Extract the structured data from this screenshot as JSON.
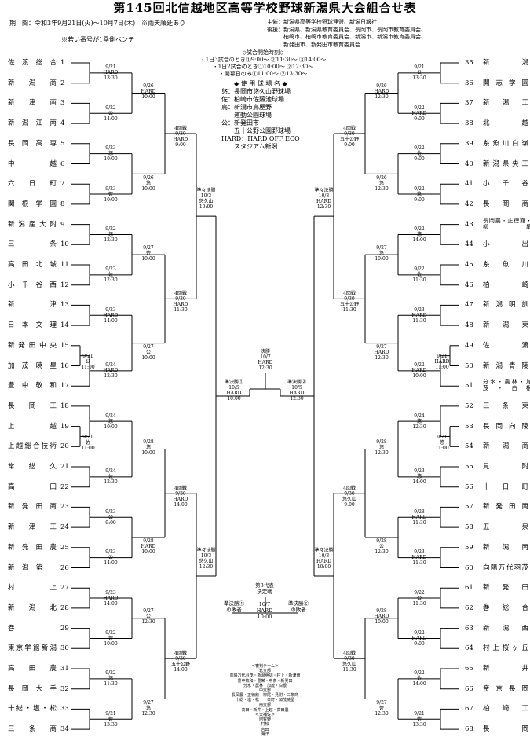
{
  "title": "第145回北信越地区高等学校野球新潟県大会組合せ表",
  "period": "期　間：令和3年9月21日(火)〜10月7日(木)　※雨天順延あり",
  "bench_note": "※若い番号が1塁側ベンチ",
  "organizers": [
    "主催：新潟県高等学校野球連盟、新潟日報社",
    "後援：新潟県、新潟県教育委員会、長岡市、長岡市教育委員会、",
    "　　　柏崎市、柏崎市教育委員会、新潟市、新潟市教育委員会、",
    "　　　新発田市、新発田市教育委員会"
  ],
  "start_times": [
    "◇試合開始時刻◇",
    "・1日3試合のとき①9:00〜 ②11:30〜 ③14:00〜",
    "・1日2試合のとき①10:00〜 ②12:30〜",
    "・開幕日のみ①11:00〜 ②13:30〜"
  ],
  "venues_title": "◆ 使 用 球 場 名 ◆",
  "venues": [
    "悠：長岡市悠久山野球場",
    "佐：柏崎市佐藤池球場",
    "鳥：新潟市鳥屋野",
    "　　運動公園球場",
    "公：新発田市",
    "　　五十公野公園野球場",
    "HARD：HARD OFF ECO",
    "　　スタジアム新潟"
  ],
  "left_teams": [
    {
      "no": "1",
      "name": "佐渡総合"
    },
    {
      "no": "2",
      "name": "新潟商"
    },
    {
      "no": "3",
      "name": "新津南"
    },
    {
      "no": "4",
      "name": "新潟江南"
    },
    {
      "no": "5",
      "name": "長岡高専"
    },
    {
      "no": "6",
      "name": "中越"
    },
    {
      "no": "7",
      "name": "六日町"
    },
    {
      "no": "8",
      "name": "関根学園"
    },
    {
      "no": "9",
      "name": "新潟産大附"
    },
    {
      "no": "10",
      "name": "三条"
    },
    {
      "no": "11",
      "name": "高田北城"
    },
    {
      "no": "12",
      "name": "小千谷西"
    },
    {
      "no": "13",
      "name": "新津"
    },
    {
      "no": "14",
      "name": "日本文理"
    },
    {
      "no": "15",
      "name": "新発田中央"
    },
    {
      "no": "16",
      "name": "加茂暁星"
    },
    {
      "no": "17",
      "name": "豊中敬和"
    },
    {
      "no": "18",
      "name": "長岡工"
    },
    {
      "no": "19",
      "name": "上越"
    },
    {
      "no": "20",
      "name": "上越総合技術"
    },
    {
      "no": "21",
      "name": "常総久"
    },
    {
      "no": "22",
      "name": "高田"
    },
    {
      "no": "23",
      "name": "新発田商"
    },
    {
      "no": "24",
      "name": "新津工"
    },
    {
      "no": "25",
      "name": "新発田農"
    },
    {
      "no": "26",
      "name": "新潟第一"
    },
    {
      "no": "27",
      "name": "村上"
    },
    {
      "no": "28",
      "name": "新潟北"
    },
    {
      "no": "29",
      "name": "巻"
    },
    {
      "no": "30",
      "name": "東京学館新潟"
    },
    {
      "no": "31",
      "name": "高田農"
    },
    {
      "no": "32",
      "name": "長岡大手"
    },
    {
      "no": "33",
      "name": "十総・塩・松"
    },
    {
      "no": "34",
      "name": "三条商"
    }
  ],
  "right_teams": [
    {
      "no": "35",
      "name": "新潟"
    },
    {
      "no": "36",
      "name": "開志学園"
    },
    {
      "no": "37",
      "name": "新潟工"
    },
    {
      "no": "38",
      "name": "北越"
    },
    {
      "no": "39",
      "name": "糸魚川白嶺"
    },
    {
      "no": "40",
      "name": "新潟県央工"
    },
    {
      "no": "41",
      "name": "小千谷"
    },
    {
      "no": "42",
      "name": "長岡商"
    },
    {
      "no": "43",
      "name": "長岡農・正徳館・柳尾"
    },
    {
      "no": "44",
      "name": "小出"
    },
    {
      "no": "45",
      "name": "糸魚川"
    },
    {
      "no": "46",
      "name": "柏崎"
    },
    {
      "no": "47",
      "name": "新潟明訓"
    },
    {
      "no": "48",
      "name": "新潟東"
    },
    {
      "no": "49",
      "name": "佐渡"
    },
    {
      "no": "50",
      "name": "新潟青陵"
    },
    {
      "no": "51",
      "name": "分水・農林・加茂・白根"
    },
    {
      "no": "52",
      "name": "三条東"
    },
    {
      "no": "53",
      "name": "長岡向陵"
    },
    {
      "no": "54",
      "name": "新潟商"
    },
    {
      "no": "55",
      "name": "見附"
    },
    {
      "no": "56",
      "name": "十日町"
    },
    {
      "no": "57",
      "name": "新発田南"
    },
    {
      "no": "58",
      "name": "五泉"
    },
    {
      "no": "59",
      "name": "新潟南"
    },
    {
      "no": "60",
      "name": "向陽万代羽茂"
    },
    {
      "no": "61",
      "name": "新発田"
    },
    {
      "no": "62",
      "name": "巻総合"
    },
    {
      "no": "63",
      "name": "新潟西"
    },
    {
      "no": "64",
      "name": "村上桜ヶ丘"
    },
    {
      "no": "65",
      "name": "新井"
    },
    {
      "no": "66",
      "name": "帝京長岡"
    },
    {
      "no": "67",
      "name": "柏崎工"
    },
    {
      "no": "68",
      "name": "長岡"
    }
  ],
  "left_r1": [
    "9/21\nHARD\n13:30",
    "9/22\n公\n14:00",
    "9/23\n悠\n10:00",
    "9/23\n佐\n10:00",
    "9/22\n悠\n12:30",
    "9/23\n佐\n12:30",
    "9/23\nHARD\n14:00",
    "9/24\nHARD\n12:30",
    "9/24\n悠\n10:00",
    "9/24\n佐\n12:30",
    "9/23\n公\n9:00",
    "9/23\n公\n14:00",
    "9/23\nHARD\n14:00",
    "9/22\n佐\n10:00",
    "9/22\n悠\n11:30",
    "9/21\n佐\n13:30"
  ],
  "left_pre": [
    "9/21\n公\n11:00",
    "9/21\n佐\n11:00"
  ],
  "left_r2": [
    "9/26\nHARD\n10:00",
    "9/26\n悠\n10:00",
    "9/27\n佐\n10:00",
    "9/27\n公\n10:00",
    "9/28\n悠\n10:00",
    "9/28\nHARD\n10:00",
    "9/27\n公\n12:30",
    "9/27\n悠\n12:30"
  ],
  "left_r3": [
    "4回戦\n9/30\nHARD\n9:00",
    "4回戦\n9/30\nHARD\n11:30",
    "4回戦\n9/30\nHARD\n14:00",
    "4回戦\n9/30\n五十公野\n14:00"
  ],
  "left_qf": [
    "準々決勝\n10/3\n悠久山\n10:00",
    "準々決勝\n10/3\n悠久山\n12:30"
  ],
  "left_sf": "準決勝①\n10/5\nHARD\n10:00",
  "right_r1": [
    "9/21\n公\n13:30",
    "9/22\nHARD\n9:00",
    "9/22\n佐\n9:00",
    "9/22\n悠\n9:00",
    "9/22\n悠\n14:00",
    "9/22\n佐\n11:30",
    "9/23\nHARD\n11:30",
    "9/22\nHARD\n10:00",
    "9/24\n悠\n12:30",
    "9/23\n悠\n14:00",
    "9/28\nHARD\n11:30",
    "9/23\nHARD\n11:30",
    "9/22\n公\n11:30",
    "9/22\nHARD\n9:00",
    "9/22\n佐\n14:00",
    "9/21\n佐\n13:30"
  ],
  "right_pre": [
    "9/21\nHARD\n11:00",
    "9/21\n悠\n11:00"
  ],
  "right_r2": [
    "9/26\nHARD\n12:30",
    "9/26\n悠\n12:30",
    "9/27\n悠\n10:00",
    "9/27\nHARD\n12:30",
    "9/28\n悠\n12:30",
    "9/28\n公\n12:30",
    "9/28\nHARD\n10:00",
    "9/27\n佐\n12:30"
  ],
  "right_r3": [
    "4回戦\n9/30\n五十公野\n9:00",
    "4回戦\n9/30\n五十公野\n11:30",
    "4回戦\n9/30\n悠久山\n9:00",
    "4回戦\n9/30\n悠久山\n11:30"
  ],
  "right_qf": [
    "準々決勝\n10/3\nHARD\n12:30",
    "準々決勝\n10/3\nHARD\n10:00"
  ],
  "right_sf": "準決勝②\n10/5\nHARD\n12:30",
  "final": "決勝\n10/7\nHARD\n12:30",
  "third_place": "第3代表\n決定戦\n\n10/7\nHARD\n10:00",
  "loser_left": "準決勝①\nの敗者",
  "loser_right": "準決勝②\nの敗者",
  "crew": "＜審判チーム＞\n北支部\n向陽万代羽茂・新潟明訓・村上・新津南\n豊中敬和・豊栄・中条・新発田\n分水・農林・加茂・白根\n中支部\n長岡農・正徳館・柳尾・見附・三条商\n十総・塩・松・十日町・加茂暁星\n南支部\n高田・新井・上越・高田農\n＜大補佐＞\n阿賀野\n村松\n吉田\n海洋",
  "colors": {
    "line": "#000000",
    "bg": "#ffffff"
  }
}
